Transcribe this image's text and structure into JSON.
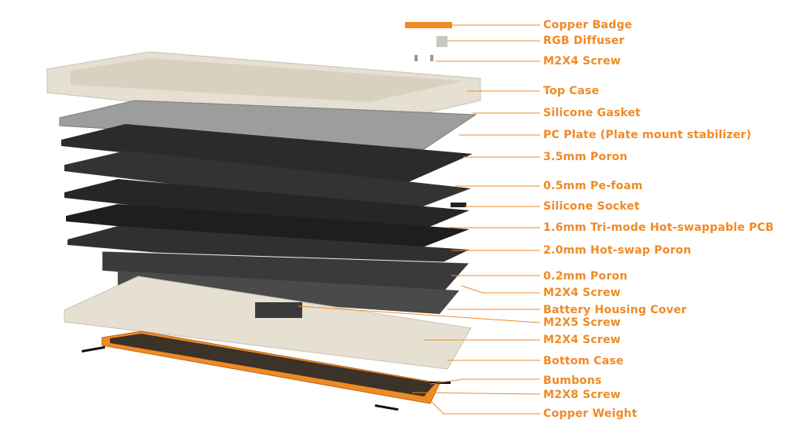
{
  "accent_color": "#f08a24",
  "labels": [
    "Copper Badge",
    "RGB Diffuser",
    "M2X4 Screw",
    "Top Case",
    "Silicone Gasket",
    "PC Plate (Plate mount stabilizer)",
    "3.5mm Poron",
    "0.5mm Pe-foam",
    "Silicone Socket",
    "1.6mm Tri-mode Hot-swappable PCB",
    "2.0mm Hot-swap Poron",
    "0.2mm Poron",
    "M2X4 Screw",
    "Battery Housing Cover",
    "M2X5 Screw",
    "M2X4 Screw",
    "Bottom Case",
    "Bumbons",
    "M2X8 Screw",
    "Copper Weight"
  ]
}
